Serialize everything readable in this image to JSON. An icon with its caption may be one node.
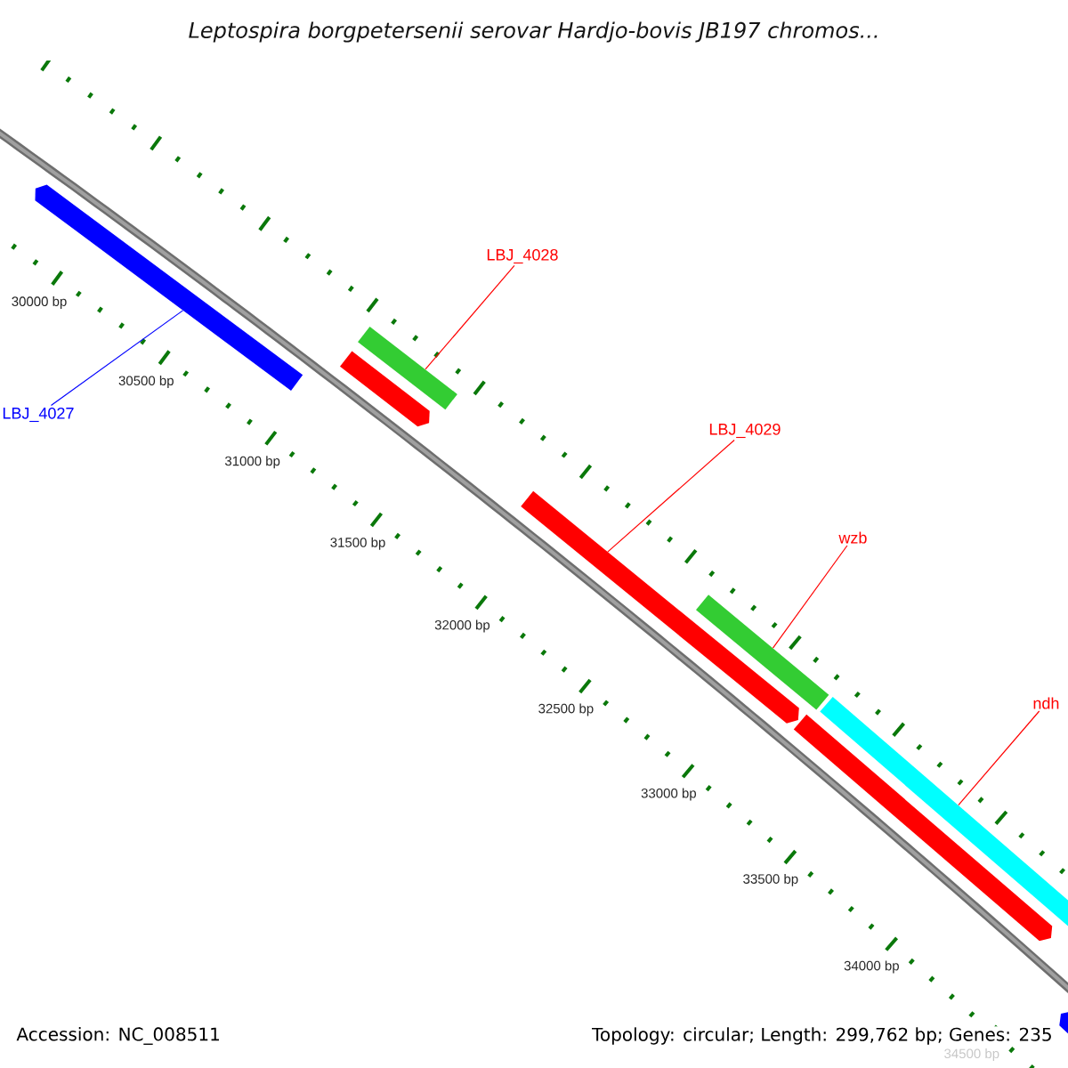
{
  "diagram": {
    "title": "Leptospira borgpetersenii serovar Hardjo-bovis JB197 chromos...",
    "nodes": [
      {
        "text": [
          "LBJ_4028"
        ]
      },
      {
        "text": [
          "LBJ_4027"
        ]
      },
      {
        "text": [
          "LBJ_4029"
        ]
      },
      {
        "text": [
          "wzb"
        ]
      },
      {
        "text": [
          "ndh"
        ]
      },
      {
        "text": [],
        "shape": "bar"
      },
      {
        "text": [],
        "shape": "bar"
      },
      {
        "text": [],
        "shape": "bar"
      },
      {
        "text": [],
        "shape": "bar"
      },
      {
        "text": [],
        "shape": "bar"
      },
      {
        "text": [],
        "shape": "bar"
      },
      {
        "text": [],
        "shape": "bar"
      },
      {
        "text": [],
        "shape": "bar"
      }
    ],
    "edges": [
      {
        "from": 0,
        "to": 6,
        "arrow": "none"
      },
      {
        "from": 1,
        "to": 5,
        "arrow": "none",
        "color": "#0000ff"
      },
      {
        "from": 2,
        "to": 8,
        "arrow": "none"
      },
      {
        "from": 3,
        "to": 9,
        "arrow": "none"
      },
      {
        "from": 4,
        "to": 11,
        "arrow": "none"
      }
    ],
    "labels": [
      "30000 bp",
      "30500 bp",
      "31000 bp",
      "31500 bp",
      "32000 bp",
      "32500 bp",
      "33000 bp",
      "33500 bp",
      "34000 bp",
      "34500 bp",
      "Accession: NC_008511",
      "Topology: circular; Length: 299,762 bp; Genes: 235"
    ]
  }
}
